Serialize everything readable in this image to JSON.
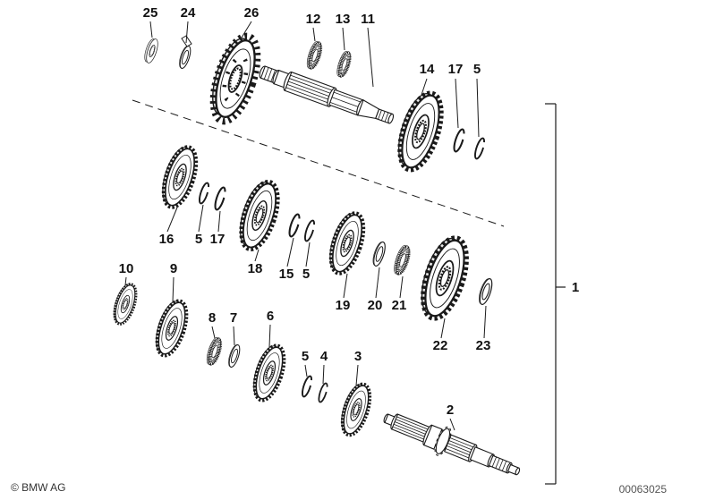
{
  "diagram": {
    "callouts": {
      "n25": "25",
      "n24": "24",
      "n26": "26",
      "n12": "12",
      "n13": "13",
      "n11": "11",
      "n14": "14",
      "n17_top": "17",
      "n5_top": "5",
      "n16": "16",
      "n5_mid1": "5",
      "n17_mid": "17",
      "n18": "18",
      "n15": "15",
      "n5_mid2": "5",
      "n19": "19",
      "n20": "20",
      "n21": "21",
      "n22": "22",
      "n23": "23",
      "n10": "10",
      "n9": "9",
      "n8": "8",
      "n7": "7",
      "n6": "6",
      "n5_low": "5",
      "n4": "4",
      "n3": "3",
      "n2": "2",
      "n1": "1"
    }
  },
  "footer": {
    "copyright": "© BMW AG",
    "document_number": "00063025"
  },
  "colors": {
    "line": "#1a1a1a",
    "background": "#ffffff"
  }
}
